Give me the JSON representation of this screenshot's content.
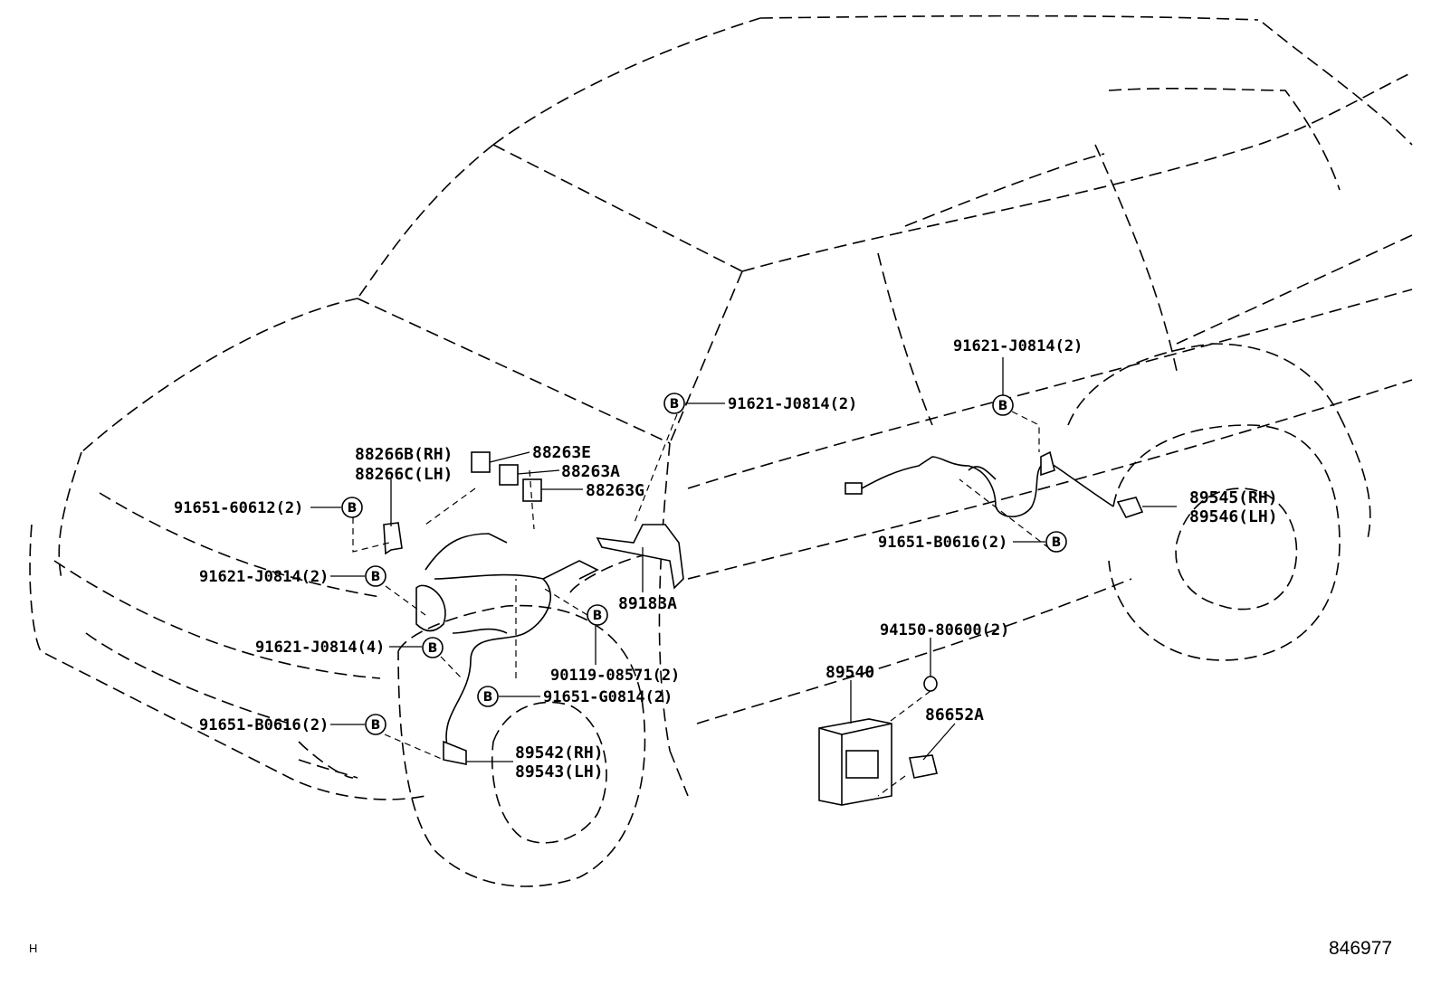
{
  "callout_symbol": "B",
  "labels": {
    "p88266b": "88266B(RH)",
    "p88266c": "88266C(LH)",
    "p88263e": "88263E",
    "p88263a": "88263A",
    "p88263g": "88263G",
    "p91651_60612": "91651-60612(2)",
    "p91621_j0814_a": "91621-J0814(2)",
    "p91621_j0814_b": "91621-J0814(4)",
    "p91651_b0616_front": "91651-B0616(2)",
    "p89542": "89542(RH)",
    "p89543": "89543(LH)",
    "p90119_08571": "90119-08571(2)",
    "p91651_g0814": "91651-G0814(2)",
    "p89183a": "89183A",
    "p91621_j0814_top": "91621-J0814(2)",
    "p91621_j0814_rear": "91621-J0814(2)",
    "p89545": "89545(RH)",
    "p89546": "89546(LH)",
    "p91651_b0616_rear": "91651-B0616(2)",
    "p94150_80600": "94150-80600(2)",
    "p89540": "89540",
    "p86652a": "86652A"
  },
  "footer": {
    "left_mark": "H",
    "illustration_number": "846977"
  }
}
